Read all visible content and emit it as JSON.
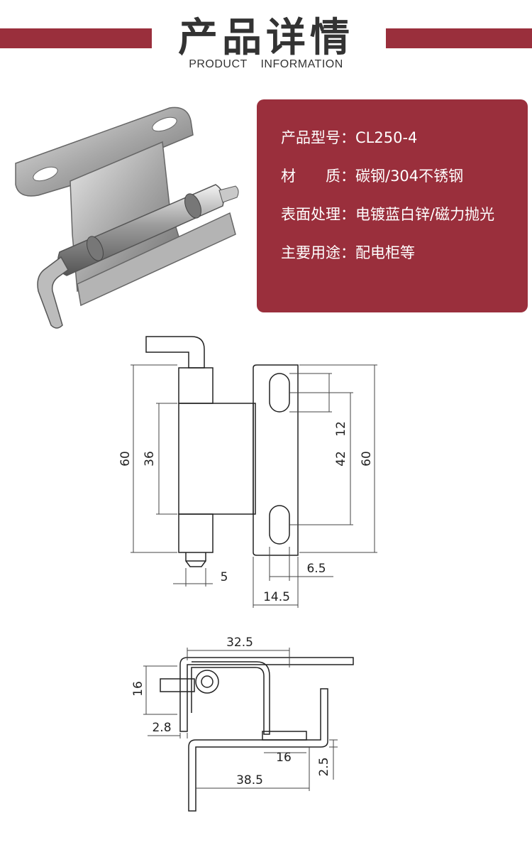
{
  "header": {
    "title": "产品详情",
    "subtitle": "PRODUCT INFORMATION"
  },
  "specs": [
    {
      "label": "产品型号：",
      "value": "CL250-4"
    },
    {
      "label": "材　　质：",
      "value": "碳钢/304不锈钢"
    },
    {
      "label": "表面处理：",
      "value": "电镀蓝白锌/磁力抛光"
    },
    {
      "label": "主要用途：",
      "value": "配电柜等"
    }
  ],
  "front_view_dims": {
    "left_height": "60",
    "inner_height": "36",
    "right_height": "60",
    "slot_spacing": "42",
    "slot_length": "12",
    "pin_offset": "5",
    "slot_offset": "6.5",
    "plate_width": "14.5"
  },
  "side_view_dims": {
    "top_width": "32.5",
    "pin_height": "16",
    "thickness": "2.8",
    "leaf_width": "16",
    "step": "2.5",
    "bottom_width": "38.5"
  },
  "colors": {
    "accent": "#9a2f3c",
    "text_dark": "#333333"
  }
}
